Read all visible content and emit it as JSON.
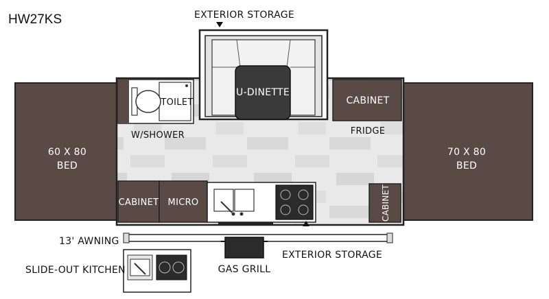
{
  "model": "HW27KS",
  "labels": {
    "exterior_storage_top": "EXTERIOR STORAGE",
    "u_dinette": "U-DINETTE",
    "toilet": "TOILET",
    "shower": "W/SHOWER",
    "cabinet_top_right": "CABINET",
    "fridge": "FRIDGE",
    "bed_left_size": "60 X 80",
    "bed_left": "BED",
    "bed_right_size": "70 X 80",
    "bed_right": "BED",
    "cabinet_bottom_left": "CABINET",
    "micro": "MICRO",
    "cabinet_vertical": "CABINET",
    "awning": "13' AWNING",
    "exterior_storage_bottom": "EXTERIOR STORAGE",
    "gas_grill": "GAS GRILL",
    "slide_out_kitchen": "SLIDE-OUT KITCHEN"
  },
  "colors": {
    "bed": "#5a4a45",
    "cabinet": "#5a4a45",
    "dinette_seat": "#e2e2e2",
    "dinette_table": "#3a3a3a",
    "floor_dark": "#d0d0d0",
    "floor_light": "#eeeeee",
    "outline": "#222222"
  }
}
